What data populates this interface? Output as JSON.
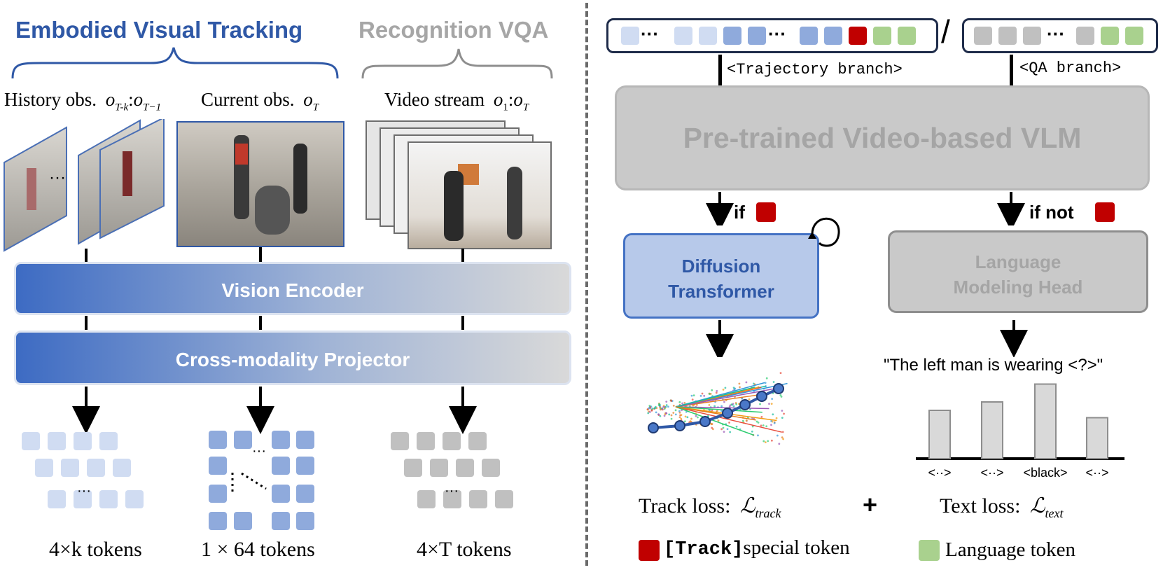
{
  "left": {
    "title_tracking": "Embodied Visual Tracking",
    "title_vqa": "Recognition VQA",
    "history_label": "History obs.",
    "history_math": "o",
    "history_sub_a": "T-k",
    "history_sep": ":",
    "history_sub_b": "T−1",
    "current_label": "Current obs.",
    "current_math": "o",
    "current_sub": "T",
    "video_label": "Video stream",
    "video_math_a": "o",
    "video_sub_a": "1",
    "video_sep": ":",
    "video_math_b": "o",
    "video_sub_b": "T",
    "history_ellipsis": "···",
    "vision_encoder": "Vision Encoder",
    "projector": "Cross-modality Projector",
    "tokens_history": "4×k tokens",
    "tokens_current": "1 × 64 tokens",
    "tokens_video": "4×T tokens",
    "tokens_ellipsis": "···"
  },
  "right": {
    "strip_ellipsis": "···",
    "traj_branch": "<Trajectory branch>",
    "qa_branch": "<QA branch>",
    "divider_slash": "/",
    "vlm": "Pre-trained Video-based VLM",
    "if_label": "if",
    "if_not_label": "if not",
    "diffusion_line1": "Diffusion",
    "diffusion_line2": "Transformer",
    "lm_line1": "Language",
    "lm_line2": "Modeling Head",
    "text_prompt": "\"The left man is wearing <?>\"",
    "hist_labels": [
      "<··>",
      "<··>",
      "<black>",
      "<··>"
    ],
    "hist_values": [
      0.46,
      0.54,
      0.71,
      0.39
    ],
    "track_loss_label": "Track loss:",
    "track_loss_sym": "ℒ",
    "track_loss_sub": "track",
    "plus": "+",
    "text_loss_label": "Text loss:",
    "text_loss_sym": "ℒ",
    "text_loss_sub": "text",
    "legend_track_code": "[Track]",
    "legend_track_text": "special token",
    "legend_lang": "Language token"
  },
  "colors": {
    "blue_title": "#2f58a6",
    "grey_title": "#a6a6a6",
    "track_token": "#c00000",
    "language_token": "#a9d18e",
    "light_blue_token": "#d0dcf2",
    "mid_blue_token": "#8faadc",
    "grey_token": "#c0c0c0"
  }
}
